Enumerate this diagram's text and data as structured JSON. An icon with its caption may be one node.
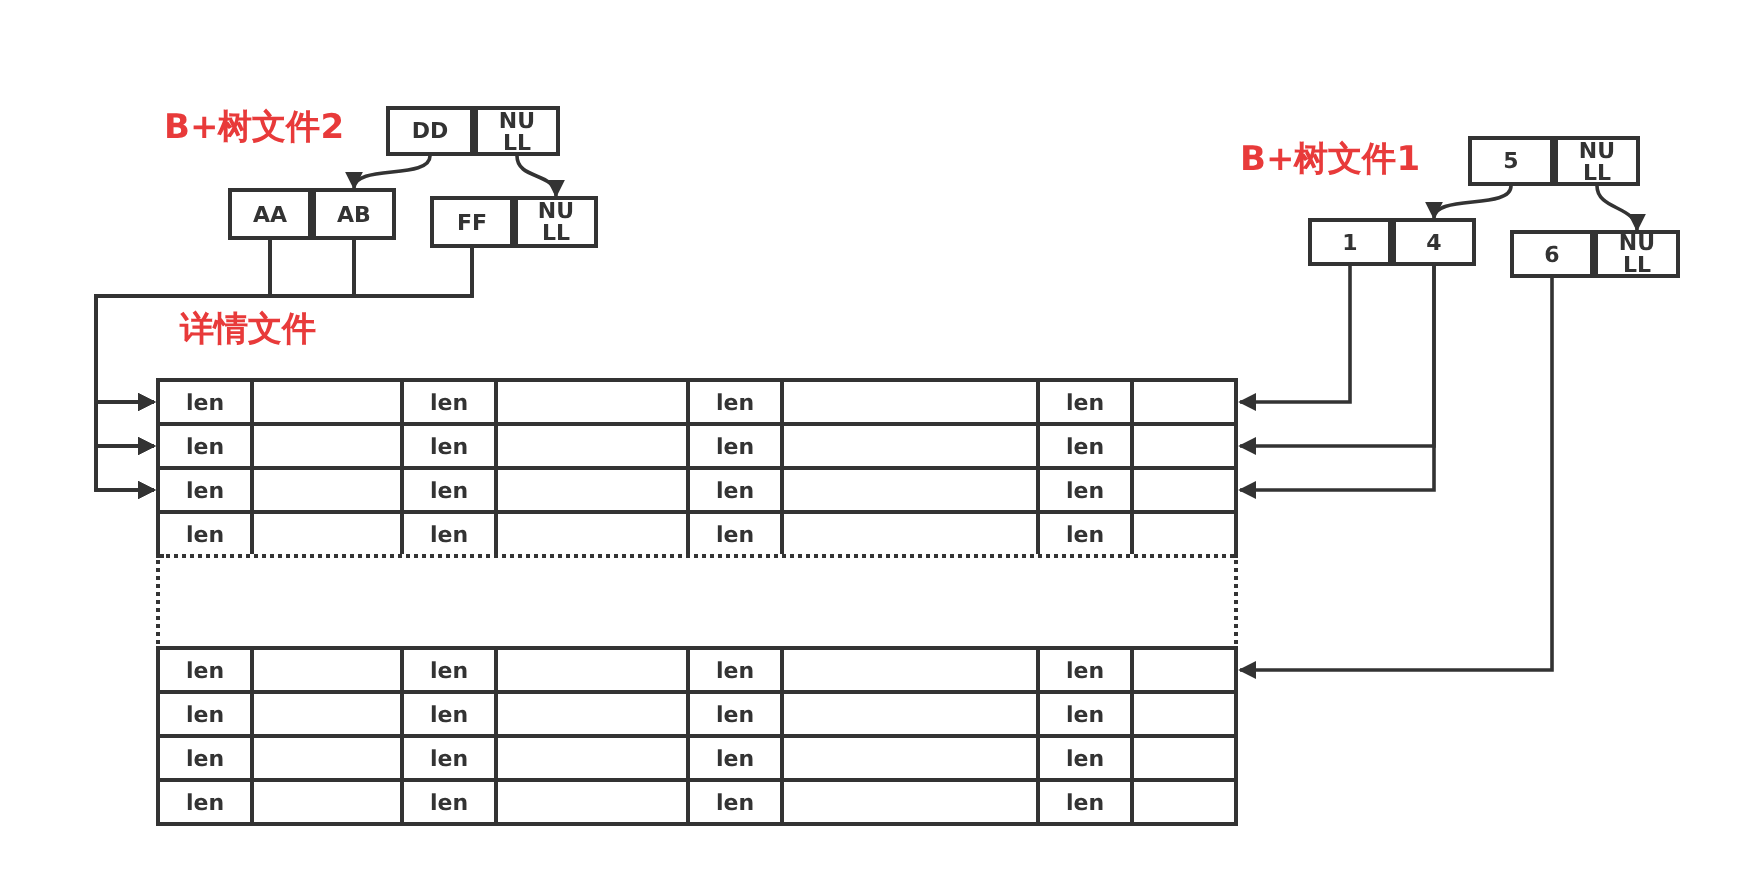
{
  "diagram": {
    "nodes": [
      {
        "text": [
          "DD"
        ]
      },
      {
        "text": [
          "NU LL"
        ]
      },
      {
        "text": [
          "AA"
        ]
      },
      {
        "text": [
          "AB"
        ]
      },
      {
        "text": [
          "FF"
        ]
      },
      {
        "text": [
          "NU LL"
        ]
      },
      {
        "text": [
          "5"
        ]
      },
      {
        "text": [
          "NU LL"
        ]
      },
      {
        "text": [
          "1"
        ]
      },
      {
        "text": [
          "4"
        ]
      },
      {
        "text": [
          "6"
        ]
      },
      {
        "text": [
          "NU LL"
        ]
      },
      {
        "text": [
          "len",
          "len",
          "len",
          "len"
        ]
      },
      {
        "text": [
          "len",
          "len",
          "len",
          "len"
        ]
      },
      {
        "text": [
          "len",
          "len",
          "len",
          "len"
        ]
      },
      {
        "text": [
          "len",
          "len",
          "len",
          "len"
        ]
      },
      {
        "text": [],
        "shape": "box"
      },
      {
        "text": [
          "len",
          "len",
          "len",
          "len"
        ]
      },
      {
        "text": [
          "len",
          "len",
          "len",
          "len"
        ]
      },
      {
        "text": [
          "len",
          "len",
          "len",
          "len"
        ]
      },
      {
        "text": [
          "len",
          "len",
          "len",
          "len"
        ]
      }
    ],
    "edges": [
      {
        "from": 0,
        "to": 3,
        "arrow": "to"
      },
      {
        "from": 1,
        "to": 5,
        "arrow": "to"
      },
      {
        "from": 6,
        "to": 9,
        "arrow": "to"
      },
      {
        "from": 7,
        "to": 11,
        "arrow": "to"
      },
      {
        "from": 2,
        "to": 12,
        "arrow": "to"
      },
      {
        "from": 2,
        "to": 13,
        "arrow": "to"
      },
      {
        "from": 2,
        "to": 14,
        "arrow": "to"
      },
      {
        "from": 3,
        "to": 12,
        "arrow": "to"
      },
      {
        "from": 3,
        "to": 13,
        "arrow": "to"
      },
      {
        "from": 3,
        "to": 14,
        "arrow": "to"
      },
      {
        "from": 4,
        "to": 12,
        "arrow": "to"
      },
      {
        "from": 4,
        "to": 13,
        "arrow": "to"
      },
      {
        "from": 4,
        "to": 14,
        "arrow": "to"
      },
      {
        "from": 8,
        "to": 12,
        "arrow": "to"
      },
      {
        "from": 9,
        "to": 13,
        "arrow": "to"
      },
      {
        "from": 9,
        "to": 14,
        "arrow": "to"
      },
      {
        "from": 10,
        "to": 17,
        "arrow": "to"
      }
    ],
    "labels": [
      "B+树文件2",
      "详情文件",
      "B+树文件1"
    ]
  }
}
